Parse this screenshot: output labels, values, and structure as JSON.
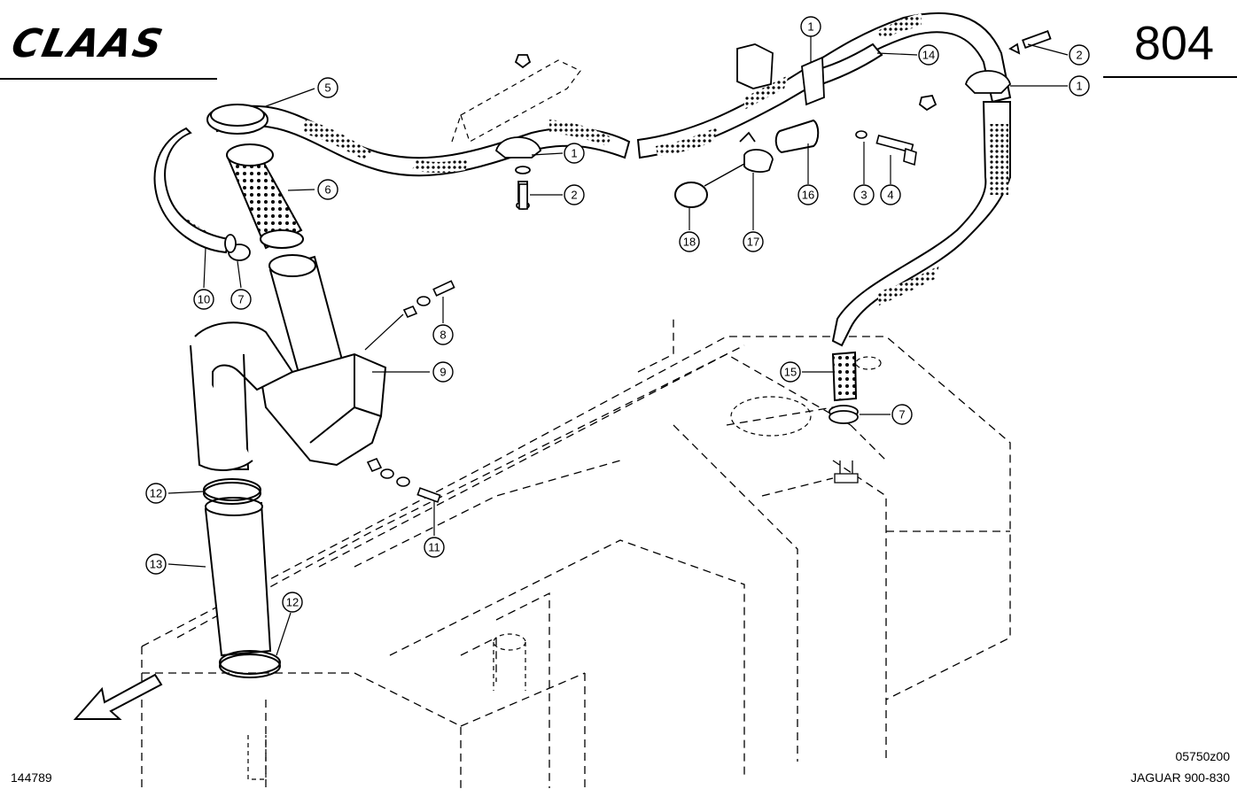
{
  "header": {
    "brand": "CLAAS",
    "page_number": "804"
  },
  "footer": {
    "doc_code": "05750z00",
    "model": "JAGUAR 900-830",
    "ref": "144789"
  },
  "callouts": [
    {
      "label": "1"
    },
    {
      "label": "2"
    },
    {
      "label": "1"
    },
    {
      "label": "1"
    },
    {
      "label": "2"
    },
    {
      "label": "14"
    },
    {
      "label": "5"
    },
    {
      "label": "6"
    },
    {
      "label": "3"
    },
    {
      "label": "4"
    },
    {
      "label": "16"
    },
    {
      "label": "18"
    },
    {
      "label": "17"
    },
    {
      "label": "10"
    },
    {
      "label": "7"
    },
    {
      "label": "8"
    },
    {
      "label": "9"
    },
    {
      "label": "15"
    },
    {
      "label": "7"
    },
    {
      "label": "12"
    },
    {
      "label": "11"
    },
    {
      "label": "13"
    },
    {
      "label": "12"
    }
  ]
}
